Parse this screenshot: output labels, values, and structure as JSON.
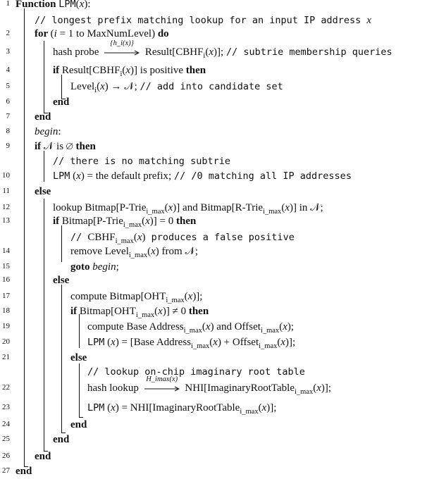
{
  "lines": [
    {
      "n": "1",
      "parts": [
        {
          "t": "Function ",
          "b": true
        },
        {
          "t": "LPM",
          "m": true
        },
        {
          "t": "("
        },
        {
          "t": "x",
          "i": true
        },
        {
          "t": "):"
        }
      ]
    },
    {
      "n": "",
      "parts": [
        {
          "t": "// longest prefix matching lookup for an input IP address ",
          "m": true
        },
        {
          "t": "x",
          "i": true
        }
      ]
    },
    {
      "n": "2",
      "parts": [
        {
          "t": "for ",
          "b": true
        },
        {
          "t": "("
        },
        {
          "t": "i",
          "i": true
        },
        {
          "t": " = 1 to MaxNumLevel) "
        },
        {
          "t": "do",
          "b": true
        }
      ]
    },
    {
      "n": "3",
      "parts": [
        {
          "t": "hash probe "
        },
        {
          "arrow": "{h_i(x)}"
        },
        {
          "t": " Result[CBHF"
        },
        {
          "sub": "i"
        },
        {
          "t": "("
        },
        {
          "t": "x",
          "i": true
        },
        {
          "t": ")]; "
        },
        {
          "t": "// subtrie membership queries",
          "m": true
        }
      ]
    },
    {
      "n": "4",
      "parts": [
        {
          "t": "if ",
          "b": true
        },
        {
          "t": "Result[CBHF"
        },
        {
          "sub": "i"
        },
        {
          "t": "("
        },
        {
          "t": "x",
          "i": true
        },
        {
          "t": ")] is positive "
        },
        {
          "t": "then",
          "b": true
        }
      ]
    },
    {
      "n": "5",
      "parts": [
        {
          "t": "Level"
        },
        {
          "sub": "i"
        },
        {
          "t": "("
        },
        {
          "t": "x",
          "i": true
        },
        {
          "t": ") → 𝒩; "
        },
        {
          "t": "// add into candidate set",
          "m": true
        }
      ]
    },
    {
      "n": "6",
      "parts": [
        {
          "t": "end",
          "b": true
        }
      ]
    },
    {
      "n": "7",
      "parts": [
        {
          "t": "end",
          "b": true
        }
      ]
    },
    {
      "n": "8",
      "parts": [
        {
          "t": "begin",
          "i": true
        },
        {
          "t": ":"
        }
      ]
    },
    {
      "n": "9",
      "parts": [
        {
          "t": "if ",
          "b": true
        },
        {
          "t": "𝒩 is ∅ "
        },
        {
          "t": "then",
          "b": true
        }
      ]
    },
    {
      "n": "",
      "parts": [
        {
          "t": "// there is no matching subtrie",
          "m": true
        }
      ]
    },
    {
      "n": "10",
      "parts": [
        {
          "t": "LPM",
          "m": true
        },
        {
          "t": " ("
        },
        {
          "t": "x",
          "i": true
        },
        {
          "t": ") = the default prefix; "
        },
        {
          "t": "// /0 matching all IP addresses",
          "m": true
        }
      ]
    },
    {
      "n": "11",
      "parts": [
        {
          "t": "else",
          "b": true
        }
      ]
    },
    {
      "n": "12",
      "parts": [
        {
          "t": "lookup Bitmap[P-Trie"
        },
        {
          "sub": "i_max"
        },
        {
          "t": "("
        },
        {
          "t": "x",
          "i": true
        },
        {
          "t": ")] and Bitmap[R-Trie"
        },
        {
          "sub": "i_max"
        },
        {
          "t": "("
        },
        {
          "t": "x",
          "i": true
        },
        {
          "t": ")] in 𝒩;"
        }
      ]
    },
    {
      "n": "13",
      "parts": [
        {
          "t": "if ",
          "b": true
        },
        {
          "t": "Bitmap[P-Trie"
        },
        {
          "sub": "i_max"
        },
        {
          "t": "("
        },
        {
          "t": "x",
          "i": true
        },
        {
          "t": ")] = 0 "
        },
        {
          "t": "then",
          "b": true
        }
      ]
    },
    {
      "n": "",
      "parts": [
        {
          "t": "// ",
          "m": true
        },
        {
          "t": "CBHF"
        },
        {
          "sub": "i_max"
        },
        {
          "t": "("
        },
        {
          "t": "x",
          "i": true
        },
        {
          "t": ")"
        },
        {
          "t": " produces a false positive",
          "m": true
        }
      ]
    },
    {
      "n": "14",
      "parts": [
        {
          "t": "remove Level"
        },
        {
          "sub": "i_max"
        },
        {
          "t": "("
        },
        {
          "t": "x",
          "i": true
        },
        {
          "t": ") from 𝒩;"
        }
      ]
    },
    {
      "n": "15",
      "parts": [
        {
          "t": "goto ",
          "b": true
        },
        {
          "t": "begin",
          "i": true
        },
        {
          "t": ";"
        }
      ]
    },
    {
      "n": "16",
      "parts": [
        {
          "t": "else",
          "b": true
        }
      ]
    },
    {
      "n": "17",
      "parts": [
        {
          "t": "compute Bitmap[OHT"
        },
        {
          "sub": "i_max"
        },
        {
          "t": "("
        },
        {
          "t": "x",
          "i": true
        },
        {
          "t": ")];"
        }
      ]
    },
    {
      "n": "18",
      "parts": [
        {
          "t": "if ",
          "b": true
        },
        {
          "t": "Bitmap[OHT"
        },
        {
          "sub": "i_max"
        },
        {
          "t": "("
        },
        {
          "t": "x",
          "i": true
        },
        {
          "t": ")] ≠ 0 "
        },
        {
          "t": "then",
          "b": true
        }
      ]
    },
    {
      "n": "19",
      "parts": [
        {
          "t": "compute Base Address"
        },
        {
          "sub": "i_max"
        },
        {
          "t": "("
        },
        {
          "t": "x",
          "i": true
        },
        {
          "t": ") and Offset"
        },
        {
          "sub": "i_max"
        },
        {
          "t": "("
        },
        {
          "t": "x",
          "i": true
        },
        {
          "t": ");"
        }
      ]
    },
    {
      "n": "20",
      "parts": [
        {
          "t": "LPM",
          "m": true
        },
        {
          "t": " ("
        },
        {
          "t": "x",
          "i": true
        },
        {
          "t": ") = [Base Address"
        },
        {
          "sub": "i_max"
        },
        {
          "t": "("
        },
        {
          "t": "x",
          "i": true
        },
        {
          "t": ") + Offset"
        },
        {
          "sub": "i_max"
        },
        {
          "t": "("
        },
        {
          "t": "x",
          "i": true
        },
        {
          "t": ")];"
        }
      ]
    },
    {
      "n": "21",
      "parts": [
        {
          "t": "else",
          "b": true
        }
      ]
    },
    {
      "n": "",
      "parts": [
        {
          "t": "// lookup on-chip imaginary root table",
          "m": true
        }
      ]
    },
    {
      "n": "22",
      "parts": [
        {
          "t": "hash lookup "
        },
        {
          "arrow": "H_imax(x)"
        },
        {
          "t": " NHI[ImaginaryRootTable"
        },
        {
          "sub": "i_max"
        },
        {
          "t": "("
        },
        {
          "t": "x",
          "i": true
        },
        {
          "t": ")];"
        }
      ]
    },
    {
      "n": "23",
      "parts": [
        {
          "t": "LPM",
          "m": true
        },
        {
          "t": " ("
        },
        {
          "t": "x",
          "i": true
        },
        {
          "t": ") = NHI[ImaginaryRootTable"
        },
        {
          "sub": "i_max"
        },
        {
          "t": "("
        },
        {
          "t": "x",
          "i": true
        },
        {
          "t": ")];"
        }
      ]
    },
    {
      "n": "24",
      "parts": [
        {
          "t": "end",
          "b": true
        }
      ]
    },
    {
      "n": "25",
      "parts": [
        {
          "t": "end",
          "b": true
        }
      ]
    },
    {
      "n": "26",
      "parts": [
        {
          "t": "end",
          "b": true
        }
      ]
    },
    {
      "n": "27",
      "parts": [
        {
          "t": "end",
          "b": true
        }
      ]
    }
  ]
}
